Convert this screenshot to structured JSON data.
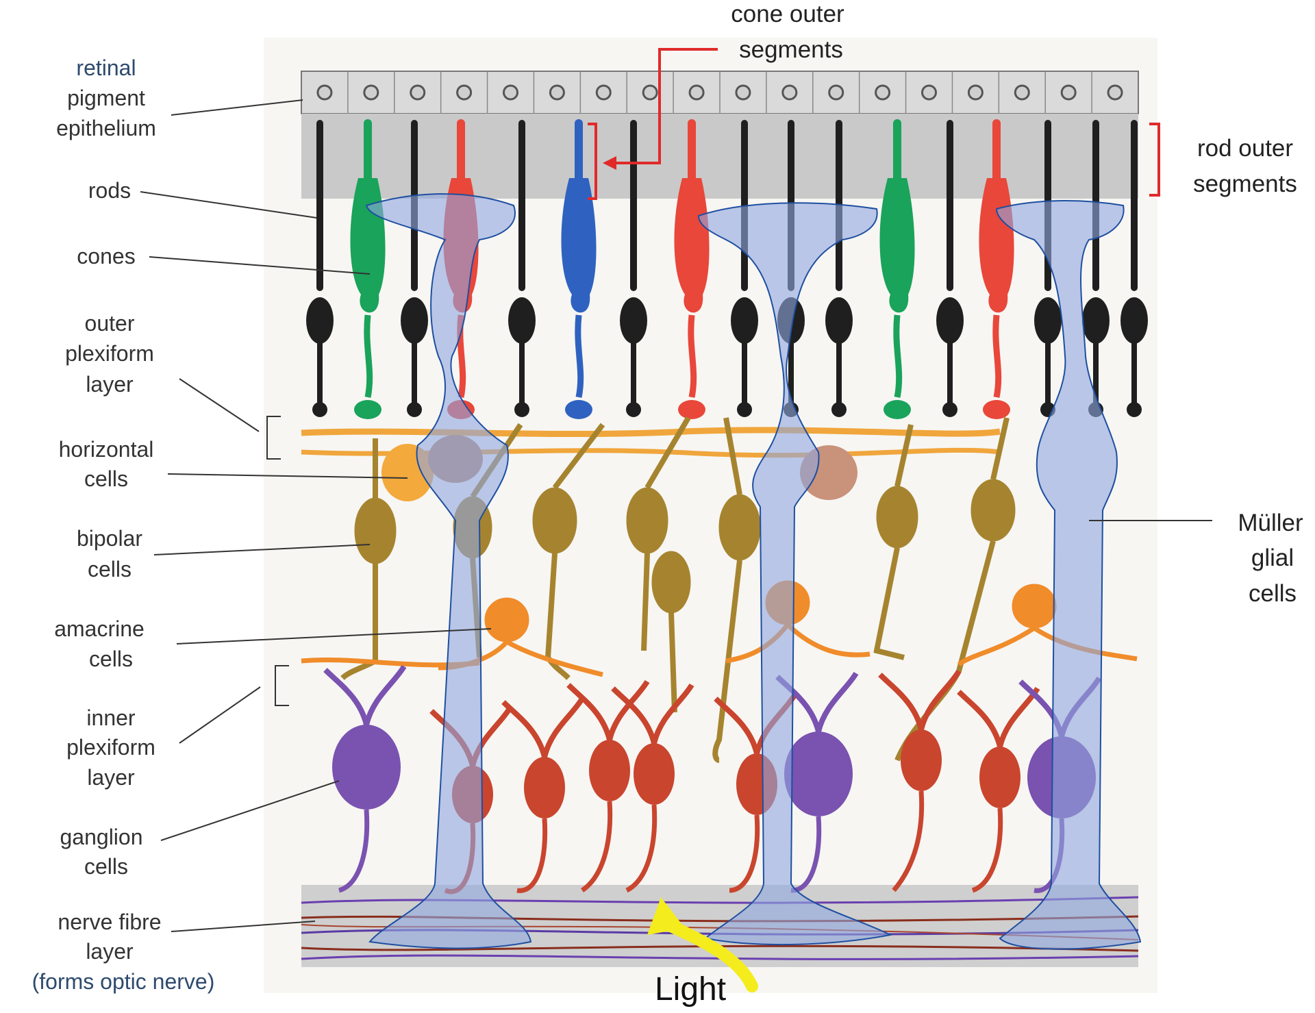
{
  "labels": {
    "retinal": "retinal",
    "pigment": "pigment",
    "epithelium": "epithelium",
    "rods": "rods",
    "cones": "cones",
    "outer": "outer",
    "plexiform": "plexiform",
    "layer": "layer",
    "horizontal": "horizontal",
    "cells": "cells",
    "bipolar": "bipolar",
    "amacrine": "amacrine",
    "inner": "inner",
    "ganglion": "ganglion",
    "nerve_fibre": "nerve fibre",
    "forms_optic_nerve": "(forms optic nerve)",
    "cone_outer": "cone outer",
    "segments": "segments",
    "rod_outer": "rod outer",
    "muller": "Müller",
    "glial": "glial",
    "light": "Light"
  },
  "colors": {
    "rod": "#1f1f1f",
    "cone_green": "#1aa35a",
    "cone_red": "#e8473a",
    "cone_blue": "#2f62c0",
    "horizontal": "#f3a93c",
    "bipolar": "#a6842f",
    "amacrine": "#f08c2a",
    "ganglion_red": "#c9452e",
    "ganglion_purple": "#7a52b0",
    "muller": "#8fa6e0",
    "muller_edge": "#1e4fa0",
    "epithelium": "#d9d9d9",
    "bracket": "#e02a2a",
    "light_arrow": "#f4ec1c"
  }
}
